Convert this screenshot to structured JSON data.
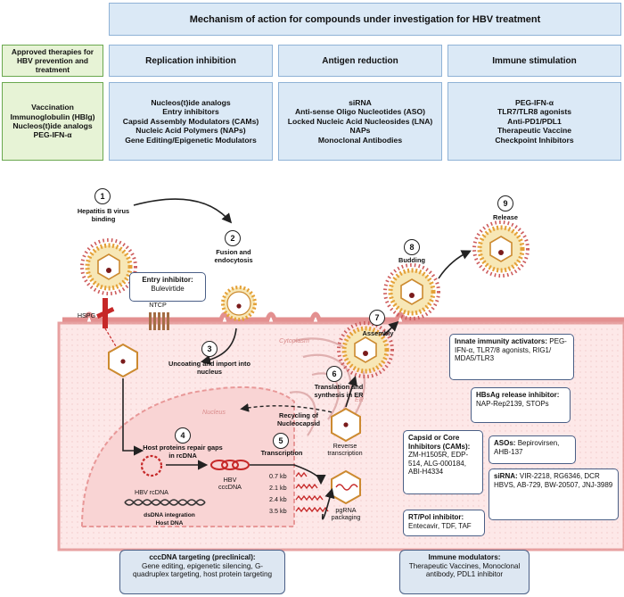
{
  "header": {
    "title": "Mechanism of action for compounds under investigation for HBV treatment"
  },
  "approved": {
    "title": "Approved therapies for HBV prevention and treatment",
    "items": [
      "Vaccination",
      "Immunoglobulin (HBIg)",
      "Nucleos(t)ide analogs",
      "PEG-IFN-α"
    ]
  },
  "columns": [
    {
      "title": "Replication inhibition",
      "items": [
        "Nucleos(t)ide analogs",
        "Entry inhibitors",
        "Capsid Assembly Modulators (CAMs)",
        "Nucleic Acid Polymers (NAPs)",
        "Gene Editing/Epigenetic Modulators"
      ]
    },
    {
      "title": "Antigen reduction",
      "items": [
        "siRNA",
        "Anti-sense Oligo Nucleotides (ASO)",
        "Locked Nucleic Acid Nucleosides (LNA)",
        "NAPs",
        "Monoclonal Antibodies"
      ]
    },
    {
      "title": "Immune stimulation",
      "items": [
        "PEG-IFN-α",
        "TLR7/TLR8 agonists",
        "Anti-PD1/PDL1",
        "Therapeutic Vaccine",
        "Checkpoint Inhibitors"
      ]
    }
  ],
  "steps": {
    "s1": {
      "num": "1",
      "label": "Hepatitis B virus binding"
    },
    "s2": {
      "num": "2",
      "label": "Fusion and endocytosis"
    },
    "s3": {
      "num": "3",
      "label": "Uncoating and import into nucleus"
    },
    "s4": {
      "num": "4",
      "label": "Host proteins repair gaps in rcDNA"
    },
    "s5": {
      "num": "5",
      "label": "Transcription"
    },
    "s6": {
      "num": "6",
      "label": "Translation and synthesis in ER"
    },
    "s7": {
      "num": "7",
      "label": "Assembly"
    },
    "s8": {
      "num": "8",
      "label": "Budding"
    },
    "s9": {
      "num": "9",
      "label": "Release"
    }
  },
  "labels": {
    "hspg": "HSPG",
    "ntcp": "NTCP",
    "cytoplasm": "Cytoplasm",
    "nucleus": "Nucleus",
    "er": "ER",
    "recycling": "Recycling of Nucleocapsid",
    "hbv_rcdna": "HBV rcDNA",
    "hbv_cccdna": "HBV cccDNA",
    "dsdna": "dsDNA integration",
    "host_dna": "Host DNA",
    "reverse_transcription": "Reverse transcription",
    "pgrna": "pgRNA packaging",
    "transcripts": [
      "0.7 kb",
      "2.1 kb",
      "2.4 kb",
      "3.5 kb"
    ]
  },
  "inhibitors": {
    "entry": {
      "title": "Entry inhibitor:",
      "text": "Bulevirtide"
    },
    "innate": {
      "title": "Innate immunity activators:",
      "text": "PEG-IFN-α, TLR7/8 agonists, RIG1/ MDA5/TLR3"
    },
    "hbsag": {
      "title": "HBsAg release inhibitor:",
      "text": "NAP-Rep2139, STOPs"
    },
    "cams": {
      "title": "Capsid or Core Inhibitors (CAMs):",
      "text": "ZM-H1505R, EDP-514, ALG-000184, ABI-H4334"
    },
    "asos": {
      "title": "ASOs:",
      "text": "Bepirovirsen, AHB-137"
    },
    "sirna": {
      "title": "siRNA:",
      "text": "VIR-2218, RG6346, DCR HBVS, AB-729, BW-20507, JNJ-3989"
    },
    "rtpol": {
      "title": "RT/Pol inhibitor:",
      "text": "Entecavir, TDF, TAF"
    },
    "cccdna": {
      "title": "cccDNA targeting (preclinical):",
      "text": "Gene editing, epigenetic silencing, G-quadruplex targeting, host protein targeting"
    },
    "immune": {
      "title": "Immune modulators:",
      "text": "Therapeutic Vaccines, Monoclonal antibody, PDL1 inhibitor"
    }
  }
}
